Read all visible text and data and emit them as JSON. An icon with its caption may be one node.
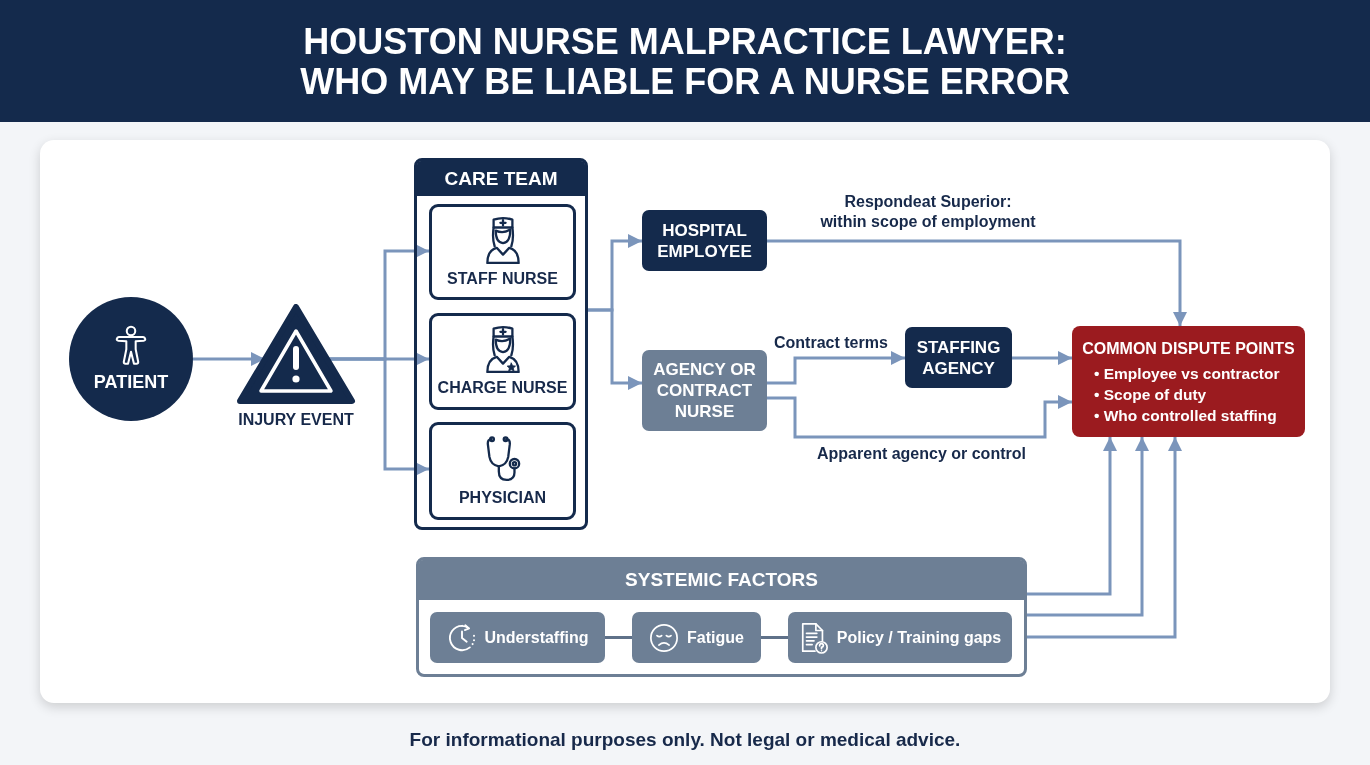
{
  "diagram": {
    "title": "HOUSTON NURSE MALPRACTICE LAWYER: WHO MAY BE LIABLE FOR A NURSE ERROR",
    "caption": "For informational purposes only. Not legal or medical advice.",
    "nodes": [
      {
        "text": [
          "PATIENT"
        ]
      },
      {
        "text": [
          "INJURY EVENT"
        ]
      },
      {
        "text": [
          "CARE TEAM"
        ]
      },
      {
        "text": [
          "STAFF NURSE"
        ],
        "in": 2
      },
      {
        "text": [
          "CHARGE NURSE"
        ],
        "in": 2
      },
      {
        "text": [
          "PHYSICIAN"
        ],
        "in": 2
      },
      {
        "text": [
          "HOSPITAL EMPLOYEE"
        ]
      },
      {
        "text": [
          "AGENCY OR CONTRACT NURSE"
        ]
      },
      {
        "text": [
          "STAFFING AGENCY"
        ]
      },
      {
        "text": [
          "COMMON DISPUTE POINTS",
          "• Employee vs contractor",
          "• Scope of duty",
          "• Who controlled staffing"
        ]
      },
      {
        "text": [
          "SYSTEMIC FACTORS"
        ]
      },
      {
        "text": [
          "Understaffing"
        ],
        "in": 10
      },
      {
        "text": [
          "Fatigue"
        ],
        "in": 10
      },
      {
        "text": [
          "Policy / Training gaps"
        ],
        "in": 10
      }
    ],
    "edges": [
      {
        "from": 0,
        "to": 1,
        "arrow": "to"
      },
      {
        "from": 1,
        "to": 3,
        "arrow": "to"
      },
      {
        "from": 1,
        "to": 4,
        "arrow": "to"
      },
      {
        "from": 1,
        "to": 5,
        "arrow": "to"
      },
      {
        "from": 2,
        "to": 6,
        "arrow": "to"
      },
      {
        "from": 2,
        "to": 7,
        "arrow": "to"
      },
      {
        "from": 6,
        "to": 9,
        "arrow": "to",
        "label": "Respondeat Superior: within scope of employment"
      },
      {
        "from": 7,
        "to": 8,
        "arrow": "to",
        "label": "Contract terms"
      },
      {
        "from": 8,
        "to": 9,
        "arrow": "to"
      },
      {
        "from": 7,
        "to": 9,
        "arrow": "to",
        "label": "Apparent agency or control"
      },
      {
        "from": 11,
        "to": 12,
        "arrow": "none",
        "color": "#5f7189"
      },
      {
        "from": 12,
        "to": 13,
        "arrow": "none",
        "color": "#5f7189"
      },
      {
        "from": 10,
        "to": 9,
        "arrow": "to"
      },
      {
        "from": 10,
        "to": 9,
        "arrow": "to"
      },
      {
        "from": 10,
        "to": 9,
        "arrow": "to"
      }
    ]
  }
}
